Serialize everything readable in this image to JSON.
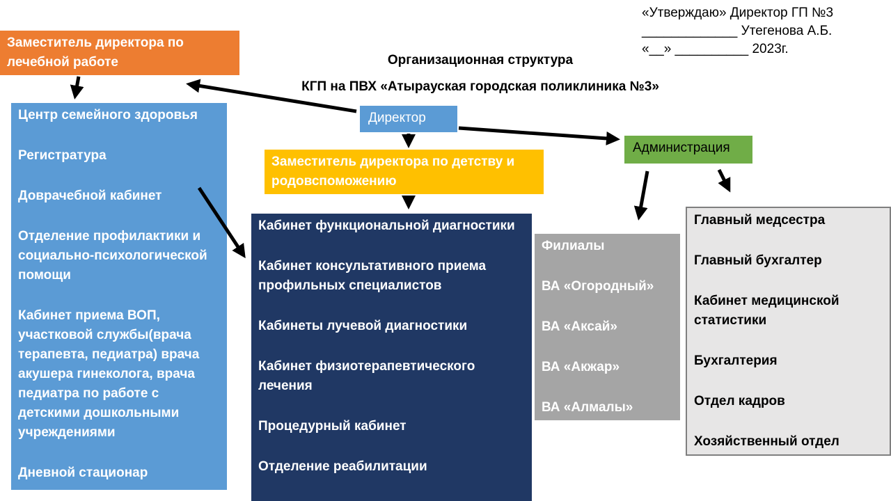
{
  "approval": {
    "line1": "«Утверждаю» Директор ГП №3",
    "line2": "_____________ Утегенова А.Б.",
    "line3": "«__» __________ 2023г."
  },
  "header": {
    "title1": "Организационная структура",
    "title2": "КГП на ПВХ «Атырауская городская поликлиника №3»"
  },
  "nodes": {
    "director": "Директор",
    "deputy_medical": "Заместитель директора по лечебной работе",
    "deputy_children": "Заместитель директора по детству и родовспоможению",
    "administration": "Администрация"
  },
  "left_list": [
    "Центр семейного здоровья",
    "Регистратура",
    "Доврачебной кабинет",
    "Отделение профилактики и социально-психологической помощи",
    "Кабинет приема ВОП, участковой службы(врача терапевта, педиатра) врача акушера гинеколога, врача педиатра по работе с детскими дошкольными учреждениями",
    "Дневной стационар"
  ],
  "center_list": [
    "Кабинет функциональной диагностики",
    "Кабинет консультативного приема профильных специалистов",
    "Кабинеты лучевой диагностики",
    "Кабинет физиотерапевтического лечения",
    "Процедурный кабинет",
    "Отделение реабилитации"
  ],
  "filials": [
    "Филиалы",
    "ВА «Огородный»",
    "ВА «Аксай»",
    "ВА «Акжар»",
    "ВА «Алмалы»"
  ],
  "right_list": [
    "Главный медсестра",
    "Главный бухгалтер",
    "Кабинет медицинской статистики",
    "Бухгалтерия",
    "Отдел кадров",
    "Хозяйственный отдел"
  ],
  "colors": {
    "orange": "#ed7d31",
    "blue": "#5b9bd5",
    "navy": "#203864",
    "gold": "#ffc000",
    "green": "#70ad47",
    "gray": "#a5a5a5",
    "light_gray": "#e7e6e6"
  }
}
